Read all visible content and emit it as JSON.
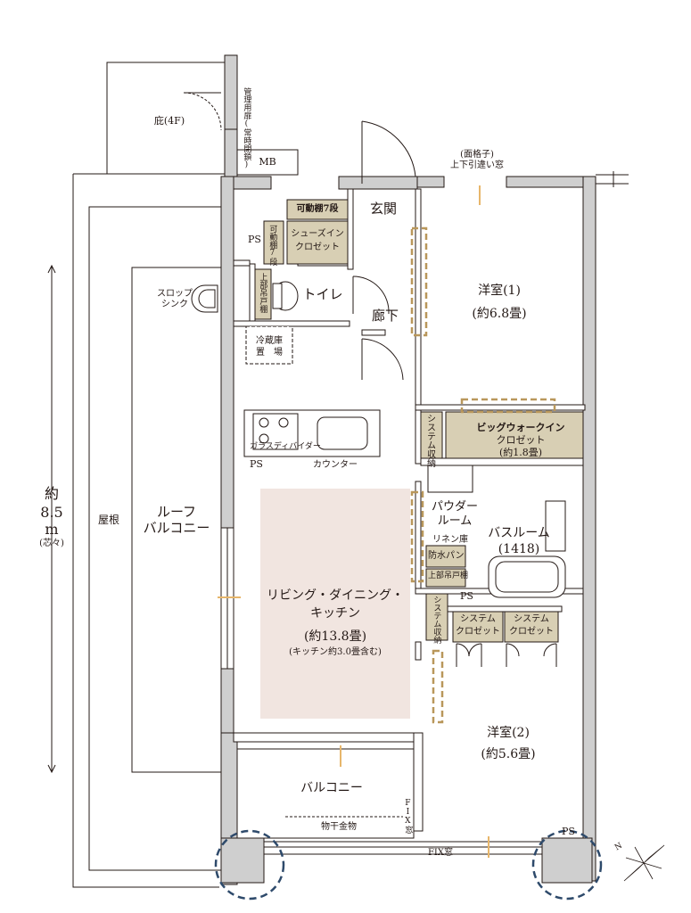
{
  "colors": {
    "wall": "#ffffff",
    "wall_line": "#231815",
    "wall_fill": "#cfcfcf",
    "storage": "#d8cfb4",
    "ldk": "#f1e5e0",
    "gold": "#b9975b",
    "circle": "#2e4a6b",
    "window_accent": "#e7b66b"
  },
  "labels": {
    "ridge": "庇(4F)",
    "mgmt_door": "管理用扉(常時閉鎖)",
    "mb": "MB",
    "lattice": "(面格子)",
    "sliding_window": "上下引違い窓",
    "shelf7": "可動棚7段",
    "shelf7_v": "可動棚7段",
    "shoe_closet_1": "シューズイン",
    "shoe_closet_2": "クロゼット",
    "entrance": "玄関",
    "ps": "PS",
    "upper_cupboard_v": "上部吊戸棚",
    "toilet": "トイレ",
    "hallway": "廊下",
    "fridge_1": "冷蔵庫",
    "fridge_2": "置　場",
    "slop_sink_1": "スロップ",
    "slop_sink_2": "シンク",
    "western1_name": "洋室(1)",
    "western1_size": "(約6.8畳)",
    "system_storage_v": "システム収納",
    "walkin_1": "ビッグウォークイン",
    "walkin_2": "クロゼット",
    "walkin_3": "(約1.8畳)",
    "glass_divider": "ガラスディバイダー",
    "counter": "カウンター",
    "roof_balcony_1": "ルーフ",
    "roof_balcony_2": "バルコニー",
    "roof": "屋根",
    "dimension_1": "約",
    "dimension_2": "8.5",
    "dimension_3": "m",
    "dimension_4": "(芯々)",
    "powder_1": "パウダー",
    "powder_2": "ルーム",
    "linen": "リネン庫",
    "waterproof_pan": "防水パン",
    "upper_cupboard": "上部吊戸棚",
    "bath_1": "バスルーム",
    "bath_2": "(1418)",
    "ldk_1": "リビング・ダイニング・",
    "ldk_2": "キッチン",
    "ldk_3": "(約13.8畳)",
    "ldk_4": "(キッチン約3.0畳含む)",
    "system_closet_1": "システム",
    "system_closet_2": "クロゼット",
    "western2_name": "洋室(2)",
    "western2_size": "(約5.6畳)",
    "balcony": "バルコニー",
    "clothes_hanger": "物干金物",
    "fix_window_v": "FIX窓",
    "fix_window": "FIX窓",
    "compass": "N"
  }
}
